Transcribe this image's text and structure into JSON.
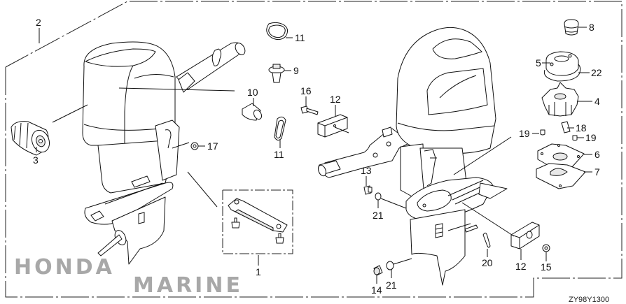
{
  "diagram": {
    "code": "ZY98Y1300",
    "watermark": {
      "line1": "HONDA",
      "line2": "MARINE"
    },
    "callouts": {
      "c1": "1",
      "c2": "2",
      "c3": "3",
      "c4": "4",
      "c5": "5",
      "c6": "6",
      "c7": "7",
      "c8": "8",
      "c9": "9",
      "c10": "10",
      "c11a": "11",
      "c11b": "11",
      "c12a": "12",
      "c12b": "12",
      "c13": "13",
      "c14": "14",
      "c15": "15",
      "c16": "16",
      "c17": "17",
      "c18": "18",
      "c19a": "19",
      "c19b": "19",
      "c20": "20",
      "c21a": "21",
      "c21b": "21",
      "c22": "22"
    },
    "colors": {
      "line": "#111111",
      "background": "#ffffff",
      "watermark": "#b0b0b0"
    }
  }
}
